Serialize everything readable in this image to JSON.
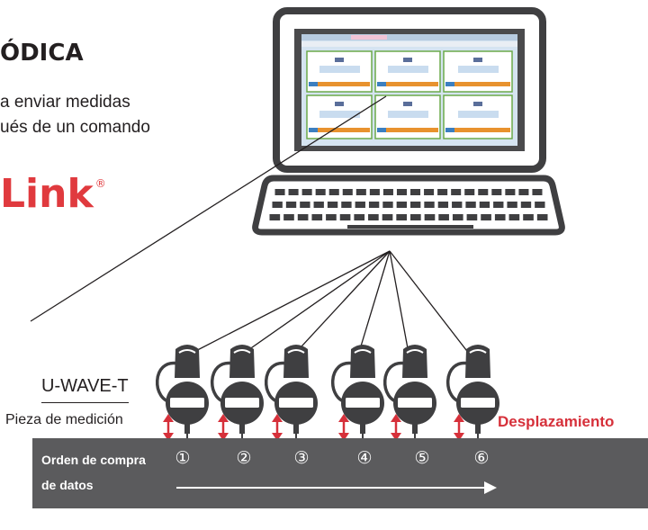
{
  "heading": "ÓDICA",
  "description": [
    "a enviar medidas",
    "ués de un comando"
  ],
  "brand": {
    "text": "Link",
    "mark": "®",
    "color": "#e03a3e"
  },
  "device_label": "U-WAVE-T",
  "workpiece_label": "Pieza de medición",
  "displacement_label": "Desplazamiento",
  "order": {
    "label": [
      "Orden de compra",
      "de datos"
    ],
    "numbers": [
      "①",
      "②",
      "③",
      "④",
      "⑤",
      "⑥"
    ]
  },
  "colors": {
    "text": "#231f20",
    "accent_red": "#d6303a",
    "band": "#5b5b5d",
    "device": "#3f3f41",
    "screen_bg": "#d5e4f1"
  },
  "icons": [
    "computer-monitor-icon",
    "keyboard-icon",
    "dial-indicator-icon",
    "displacement-arrow-icon",
    "order-arrow-icon"
  ]
}
